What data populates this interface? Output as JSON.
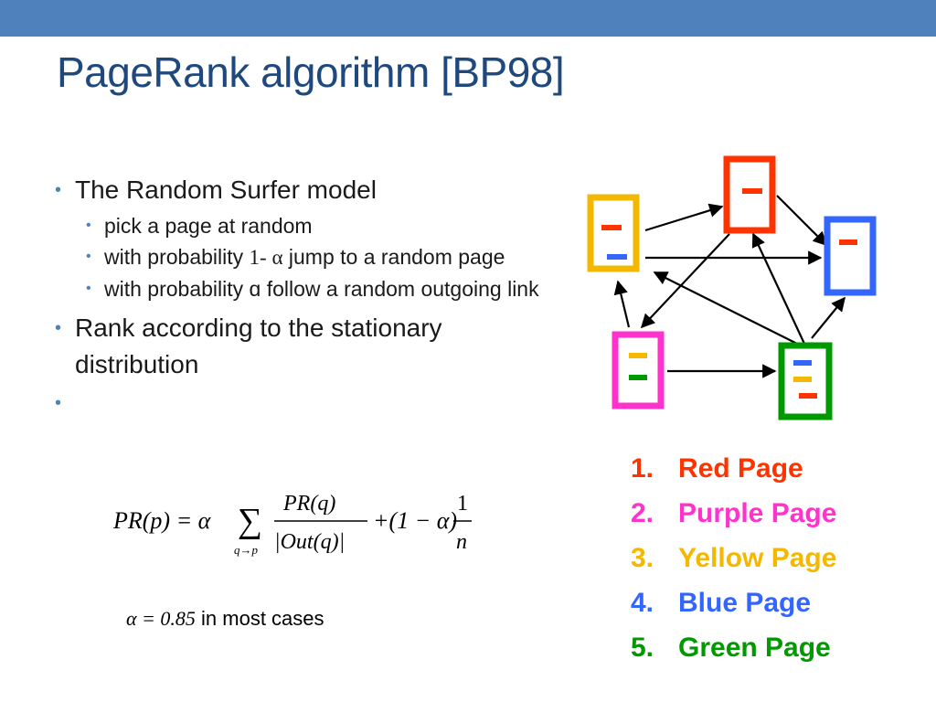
{
  "title": "PageRank algorithm [BP98]",
  "bullets": {
    "b1": "The Random Surfer model",
    "b1_sub1": "pick a page at random",
    "b1_sub2_pre": "with probability ",
    "b1_sub2_math": "1- α",
    "b1_sub2_post": " jump to a random page",
    "b1_sub3": "with probability ɑ follow a random outgoing link",
    "b2": "Rank according to the stationary distribution"
  },
  "formula": {
    "lhs": "PR(p) = α",
    "sigma": "∑",
    "sum_sub": "q→p",
    "frac_num": "PR(q)",
    "frac_den": "|Out(q)|",
    "plus_term": "+(1 − α)",
    "one": "1",
    "n": "n"
  },
  "alpha_note": {
    "math": "α  =  0.85",
    "text": " in most cases"
  },
  "legend": [
    {
      "num": "1.",
      "label": "Red Page",
      "color": "#ff3300"
    },
    {
      "num": "2.",
      "label": "Purple Page",
      "color": "#ff33cc"
    },
    {
      "num": "3.",
      "label": "Yellow Page",
      "color": "#f5b800"
    },
    {
      "num": "4.",
      "label": "Blue Page",
      "color": "#3366ff"
    },
    {
      "num": "5.",
      "label": "Green Page",
      "color": "#009900"
    }
  ],
  "colors": {
    "topbar": "#4f81bd",
    "title": "#1f497d",
    "red": "#ff3300",
    "purple": "#ff33cc",
    "yellow": "#f5b800",
    "blue": "#3366ff",
    "green": "#009900"
  }
}
